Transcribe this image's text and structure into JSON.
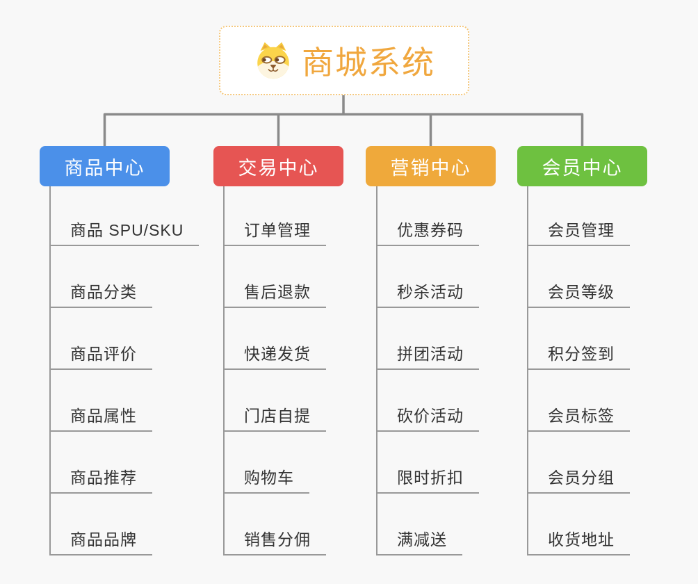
{
  "root": {
    "title": "商城系统",
    "icon": "doge-face-icon"
  },
  "branches": [
    {
      "label": "商品中心",
      "color": "#4b90e9",
      "items": [
        "商品 SPU/SKU",
        "商品分类",
        "商品评价",
        "商品属性",
        "商品推荐",
        "商品品牌"
      ]
    },
    {
      "label": "交易中心",
      "color": "#e65553",
      "items": [
        "订单管理",
        "售后退款",
        "快递发货",
        "门店自提",
        "购物车",
        "销售分佣"
      ]
    },
    {
      "label": "营销中心",
      "color": "#efa93b",
      "items": [
        "优惠券码",
        "秒杀活动",
        "拼团活动",
        "砍价活动",
        "限时折扣",
        "满减送"
      ]
    },
    {
      "label": "会员中心",
      "color": "#6ec140",
      "items": [
        "会员管理",
        "会员等级",
        "积分签到",
        "会员标签",
        "会员分组",
        "收货地址"
      ]
    }
  ],
  "colors": {
    "background": "#f8f8f8",
    "connector": "#8a8a8a",
    "leaf_line": "#999999",
    "leaf_text": "#333333",
    "root_accent": "#f0a73e",
    "root_border": "#f5c87d",
    "root_background": "#ffffff"
  }
}
